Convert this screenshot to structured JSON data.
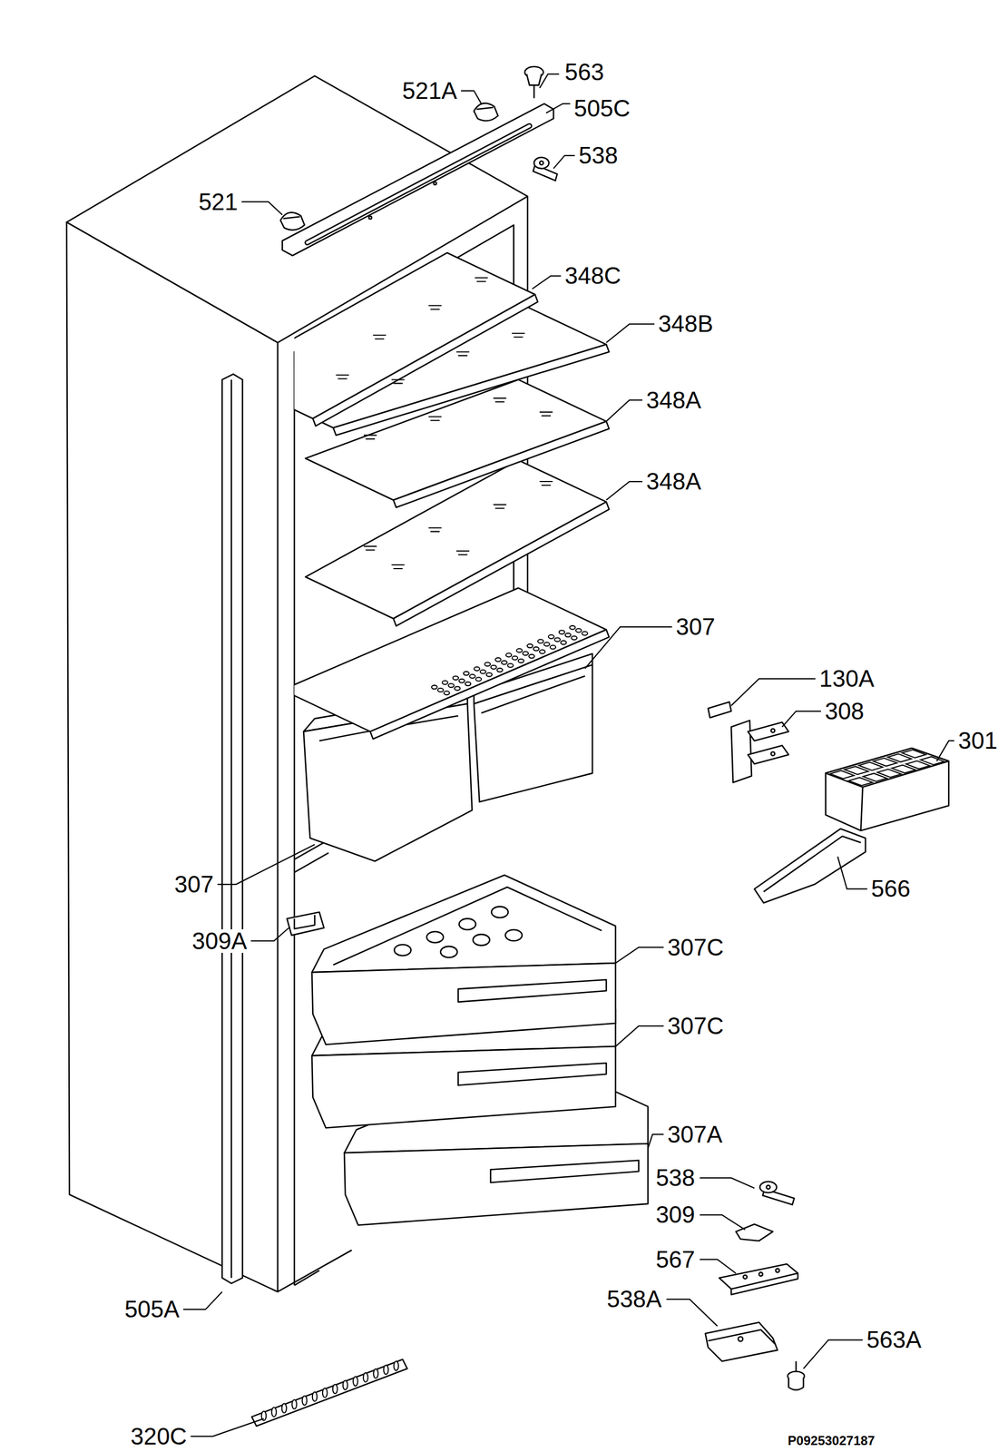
{
  "diagram": {
    "labels": [
      "563",
      "521A",
      "505C",
      "538",
      "521",
      "348C",
      "348B",
      "348A",
      "348A",
      "307",
      "130A",
      "308",
      "301",
      "307",
      "566",
      "309A",
      "307C",
      "307C",
      "307A",
      "538",
      "309",
      "567",
      "538A",
      "563A",
      "505A",
      "320C",
      "P09253027187"
    ]
  }
}
